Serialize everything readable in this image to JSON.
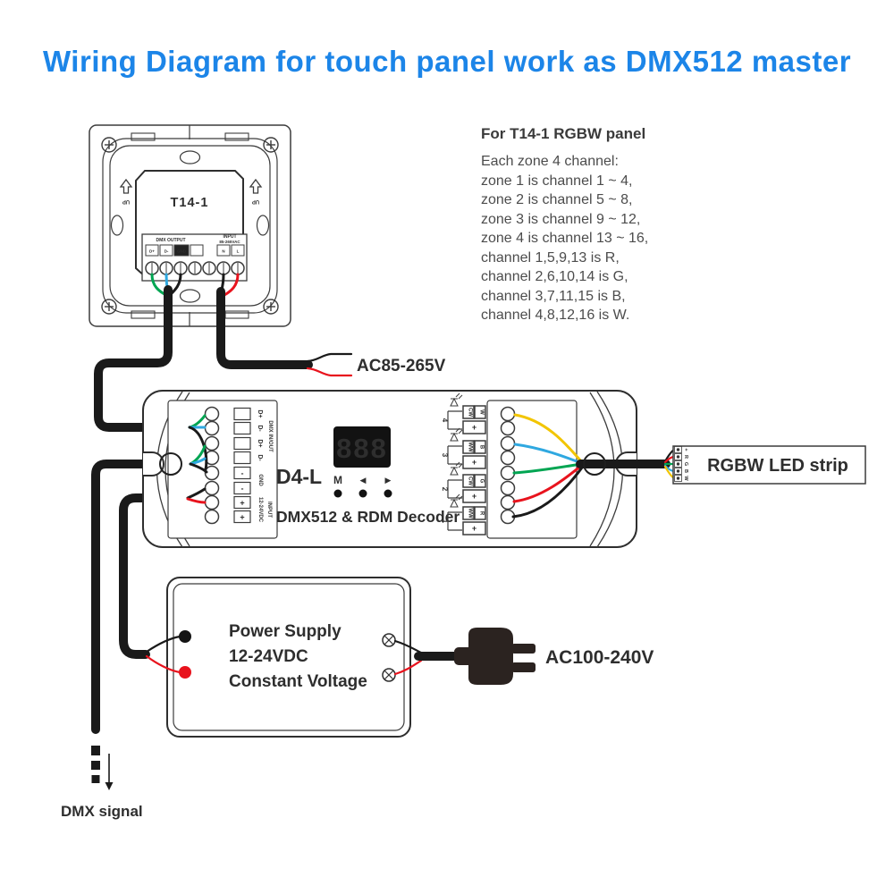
{
  "title": "Wiring Diagram for touch panel work as DMX512 master",
  "colors": {
    "title_blue": "#1c85e8",
    "wire_green": "#00a552",
    "wire_blue": "#2fa8e0",
    "wire_red": "#e8131d",
    "wire_yellow": "#f2c500",
    "wire_black": "#1a1a1a"
  },
  "panel": {
    "model": "T14-1",
    "up": "UP",
    "dmx_output_label": "DMX OUTPUT",
    "input_label_line1": "INPUT",
    "input_label_line2": "85-265VAC",
    "terminals": {
      "dp": "D+",
      "dm": "D-",
      "gnd": "GND",
      "n": "N",
      "l": "L"
    }
  },
  "notes": {
    "heading": "For T14-1 RGBW panel",
    "lines": [
      "Each zone 4 channel:",
      "zone 1 is channel 1 ~ 4,",
      "zone 2 is channel 5 ~ 8,",
      "zone 3 is channel 9 ~ 12,",
      "zone 4 is channel 13 ~ 16,",
      "channel 1,5,9,13 is R,",
      "channel 2,6,10,14 is G,",
      "channel 3,7,11,15 is B,",
      "channel 4,8,12,16 is W."
    ]
  },
  "labels": {
    "ac_panel": "AC85-265V",
    "ac_mains": "AC100-240V",
    "dmx_signal": "DMX signal"
  },
  "decoder": {
    "model": "D4-L",
    "product": "DMX512 & RDM Decoder",
    "display": "888",
    "buttons": {
      "m": "M",
      "left": "◀",
      "right": "▶"
    },
    "terminals": {
      "dp": "D+",
      "dm": "D-",
      "group_dmx": "DMX IN/OUT",
      "minus": "-",
      "plus": "+",
      "gnd": "GND",
      "input": "INPUT",
      "voltage": "12-24VDC"
    },
    "channels": [
      {
        "num": "4",
        "t1": "CW",
        "t2": "W",
        "plus": "+"
      },
      {
        "num": "3",
        "t1": "WW",
        "t2": "B",
        "plus": "+"
      },
      {
        "num": "2",
        "t1": "CW",
        "t2": "G",
        "plus": "+"
      },
      {
        "num": "1",
        "t1": "WW",
        "t2": "R",
        "plus": "+"
      }
    ]
  },
  "psu": {
    "line1": "Power Supply",
    "line2": "12-24VDC",
    "line3": "Constant Voltage"
  },
  "strip": {
    "label": "RGBW LED strip",
    "pads": [
      "+",
      "R",
      "G",
      "B",
      "W"
    ]
  }
}
